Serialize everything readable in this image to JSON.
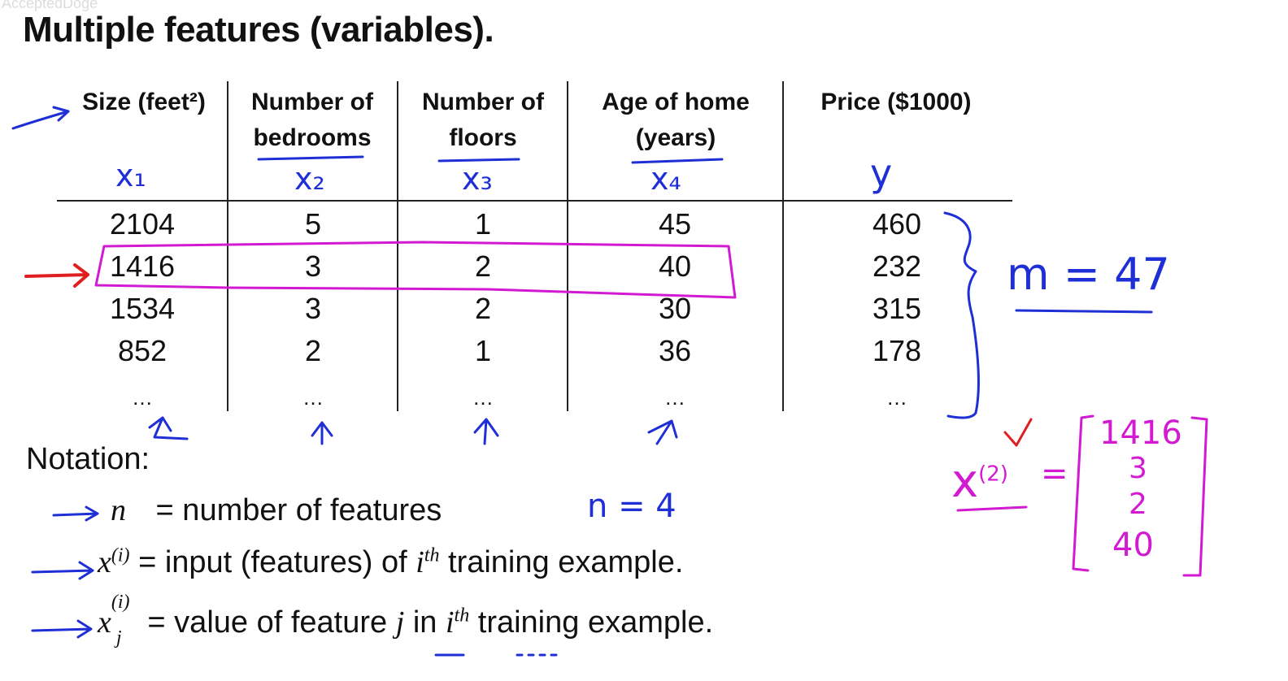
{
  "watermark": "AcceptedDoge",
  "title": "Multiple features (variables).",
  "table": {
    "headers": [
      {
        "line1": "Size (feet²)",
        "line2": ""
      },
      {
        "line1": "Number of",
        "line2": "bedrooms"
      },
      {
        "line1": "Number of",
        "line2": "floors"
      },
      {
        "line1": "Age of home",
        "line2": "(years)"
      },
      {
        "line1": "Price ($1000)",
        "line2": ""
      }
    ],
    "rows": [
      [
        "2104",
        "5",
        "1",
        "45",
        "460"
      ],
      [
        "1416",
        "3",
        "2",
        "40",
        "232"
      ],
      [
        "1534",
        "3",
        "2",
        "30",
        "315"
      ],
      [
        "852",
        "2",
        "1",
        "36",
        "178"
      ]
    ],
    "ellipsis": "…"
  },
  "annotations": {
    "feature_labels": [
      "x₁",
      "x₂",
      "x₃",
      "x₄",
      "y"
    ],
    "m_label": "m = 47",
    "n_label": "n = 4",
    "x2_vector": {
      "label": "x",
      "superscript": "(2)",
      "equals": "=",
      "values": [
        "1416",
        "3",
        "2",
        "40"
      ]
    }
  },
  "notation": {
    "title": "Notation:",
    "lines": [
      {
        "symbol": "n",
        "sup": "",
        "sub": "",
        "text": " = number of features",
        "mid_var": "",
        "rest": ""
      },
      {
        "symbol": "x",
        "sup": "(i)",
        "sub": "",
        "text": " = input (features) of ",
        "mid_var": "i",
        "mid_sup": "th",
        "rest": " training example."
      },
      {
        "symbol": "x",
        "sup": "(i)",
        "sub": "j",
        "text": " = value of feature ",
        "mid_var": "j",
        "text2": " in ",
        "mid_var2": "i",
        "mid_sup2": "th",
        "rest": " training example."
      }
    ]
  },
  "colors": {
    "ink_blue": "#1f2fd6",
    "ink_pink": "#d21ad2",
    "ink_red": "#e02020",
    "text": "#111111"
  }
}
